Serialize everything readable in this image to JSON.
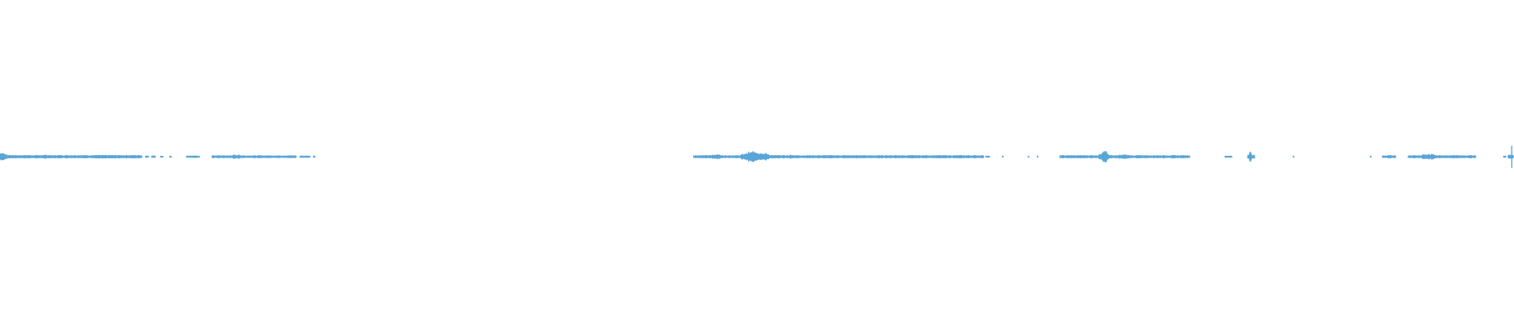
{
  "waveform": {
    "color": "#5aa5d8",
    "background": "#ffffff",
    "duration": 1.0,
    "playhead_fraction": 0.9985,
    "segments": [
      {
        "start": 0.0,
        "end": 0.094,
        "amp": 0.01,
        "peaks": [
          {
            "at": 0.0005,
            "width": 0.012,
            "amp": 0.035
          },
          {
            "at": 0.032,
            "width": 0.01,
            "amp": 0.014
          },
          {
            "at": 0.06,
            "width": 0.006,
            "amp": 0.012
          }
        ]
      },
      {
        "start": 0.096,
        "end": 0.0985,
        "amp": 0.006
      },
      {
        "start": 0.1,
        "end": 0.103,
        "amp": 0.006
      },
      {
        "start": 0.106,
        "end": 0.108,
        "amp": 0.005
      },
      {
        "start": 0.112,
        "end": 0.1135,
        "amp": 0.005
      },
      {
        "start": 0.123,
        "end": 0.132,
        "amp": 0.006
      },
      {
        "start": 0.14,
        "end": 0.196,
        "amp": 0.008,
        "peaks": [
          {
            "at": 0.156,
            "width": 0.01,
            "amp": 0.016
          }
        ]
      },
      {
        "start": 0.198,
        "end": 0.205,
        "amp": 0.006
      },
      {
        "start": 0.207,
        "end": 0.2085,
        "amp": 0.006
      },
      {
        "start": 0.458,
        "end": 0.65,
        "amp": 0.009,
        "peaks": [
          {
            "at": 0.473,
            "width": 0.01,
            "amp": 0.02
          },
          {
            "at": 0.499,
            "width": 0.024,
            "amp": 0.04
          },
          {
            "at": 0.523,
            "width": 0.008,
            "amp": 0.014
          },
          {
            "at": 0.58,
            "width": 0.03,
            "amp": 0.01
          }
        ]
      },
      {
        "start": 0.651,
        "end": 0.654,
        "amp": 0.005
      },
      {
        "start": 0.662,
        "end": 0.663,
        "amp": 0.005
      },
      {
        "start": 0.679,
        "end": 0.68,
        "amp": 0.005
      },
      {
        "start": 0.685,
        "end": 0.686,
        "amp": 0.005
      },
      {
        "start": 0.7,
        "end": 0.786,
        "amp": 0.009,
        "peaks": [
          {
            "at": 0.729,
            "width": 0.008,
            "amp": 0.045
          },
          {
            "at": 0.742,
            "width": 0.014,
            "amp": 0.016
          },
          {
            "at": 0.756,
            "width": 0.016,
            "amp": 0.012
          }
        ]
      },
      {
        "start": 0.809,
        "end": 0.814,
        "amp": 0.005
      },
      {
        "start": 0.824,
        "end": 0.829,
        "amp": 0.012,
        "peaks": [
          {
            "at": 0.8258,
            "width": 0.002,
            "amp": 0.06
          }
        ]
      },
      {
        "start": 0.854,
        "end": 0.855,
        "amp": 0.005
      },
      {
        "start": 0.905,
        "end": 0.906,
        "amp": 0.005
      },
      {
        "start": 0.913,
        "end": 0.922,
        "amp": 0.008,
        "peaks": [
          {
            "at": 0.918,
            "width": 0.004,
            "amp": 0.014
          }
        ]
      },
      {
        "start": 0.93,
        "end": 0.975,
        "amp": 0.009,
        "peaks": [
          {
            "at": 0.944,
            "width": 0.016,
            "amp": 0.022
          }
        ]
      },
      {
        "start": 0.993,
        "end": 0.995,
        "amp": 0.005
      },
      {
        "start": 0.996,
        "end": 1.0,
        "amp": 0.012
      }
    ]
  }
}
